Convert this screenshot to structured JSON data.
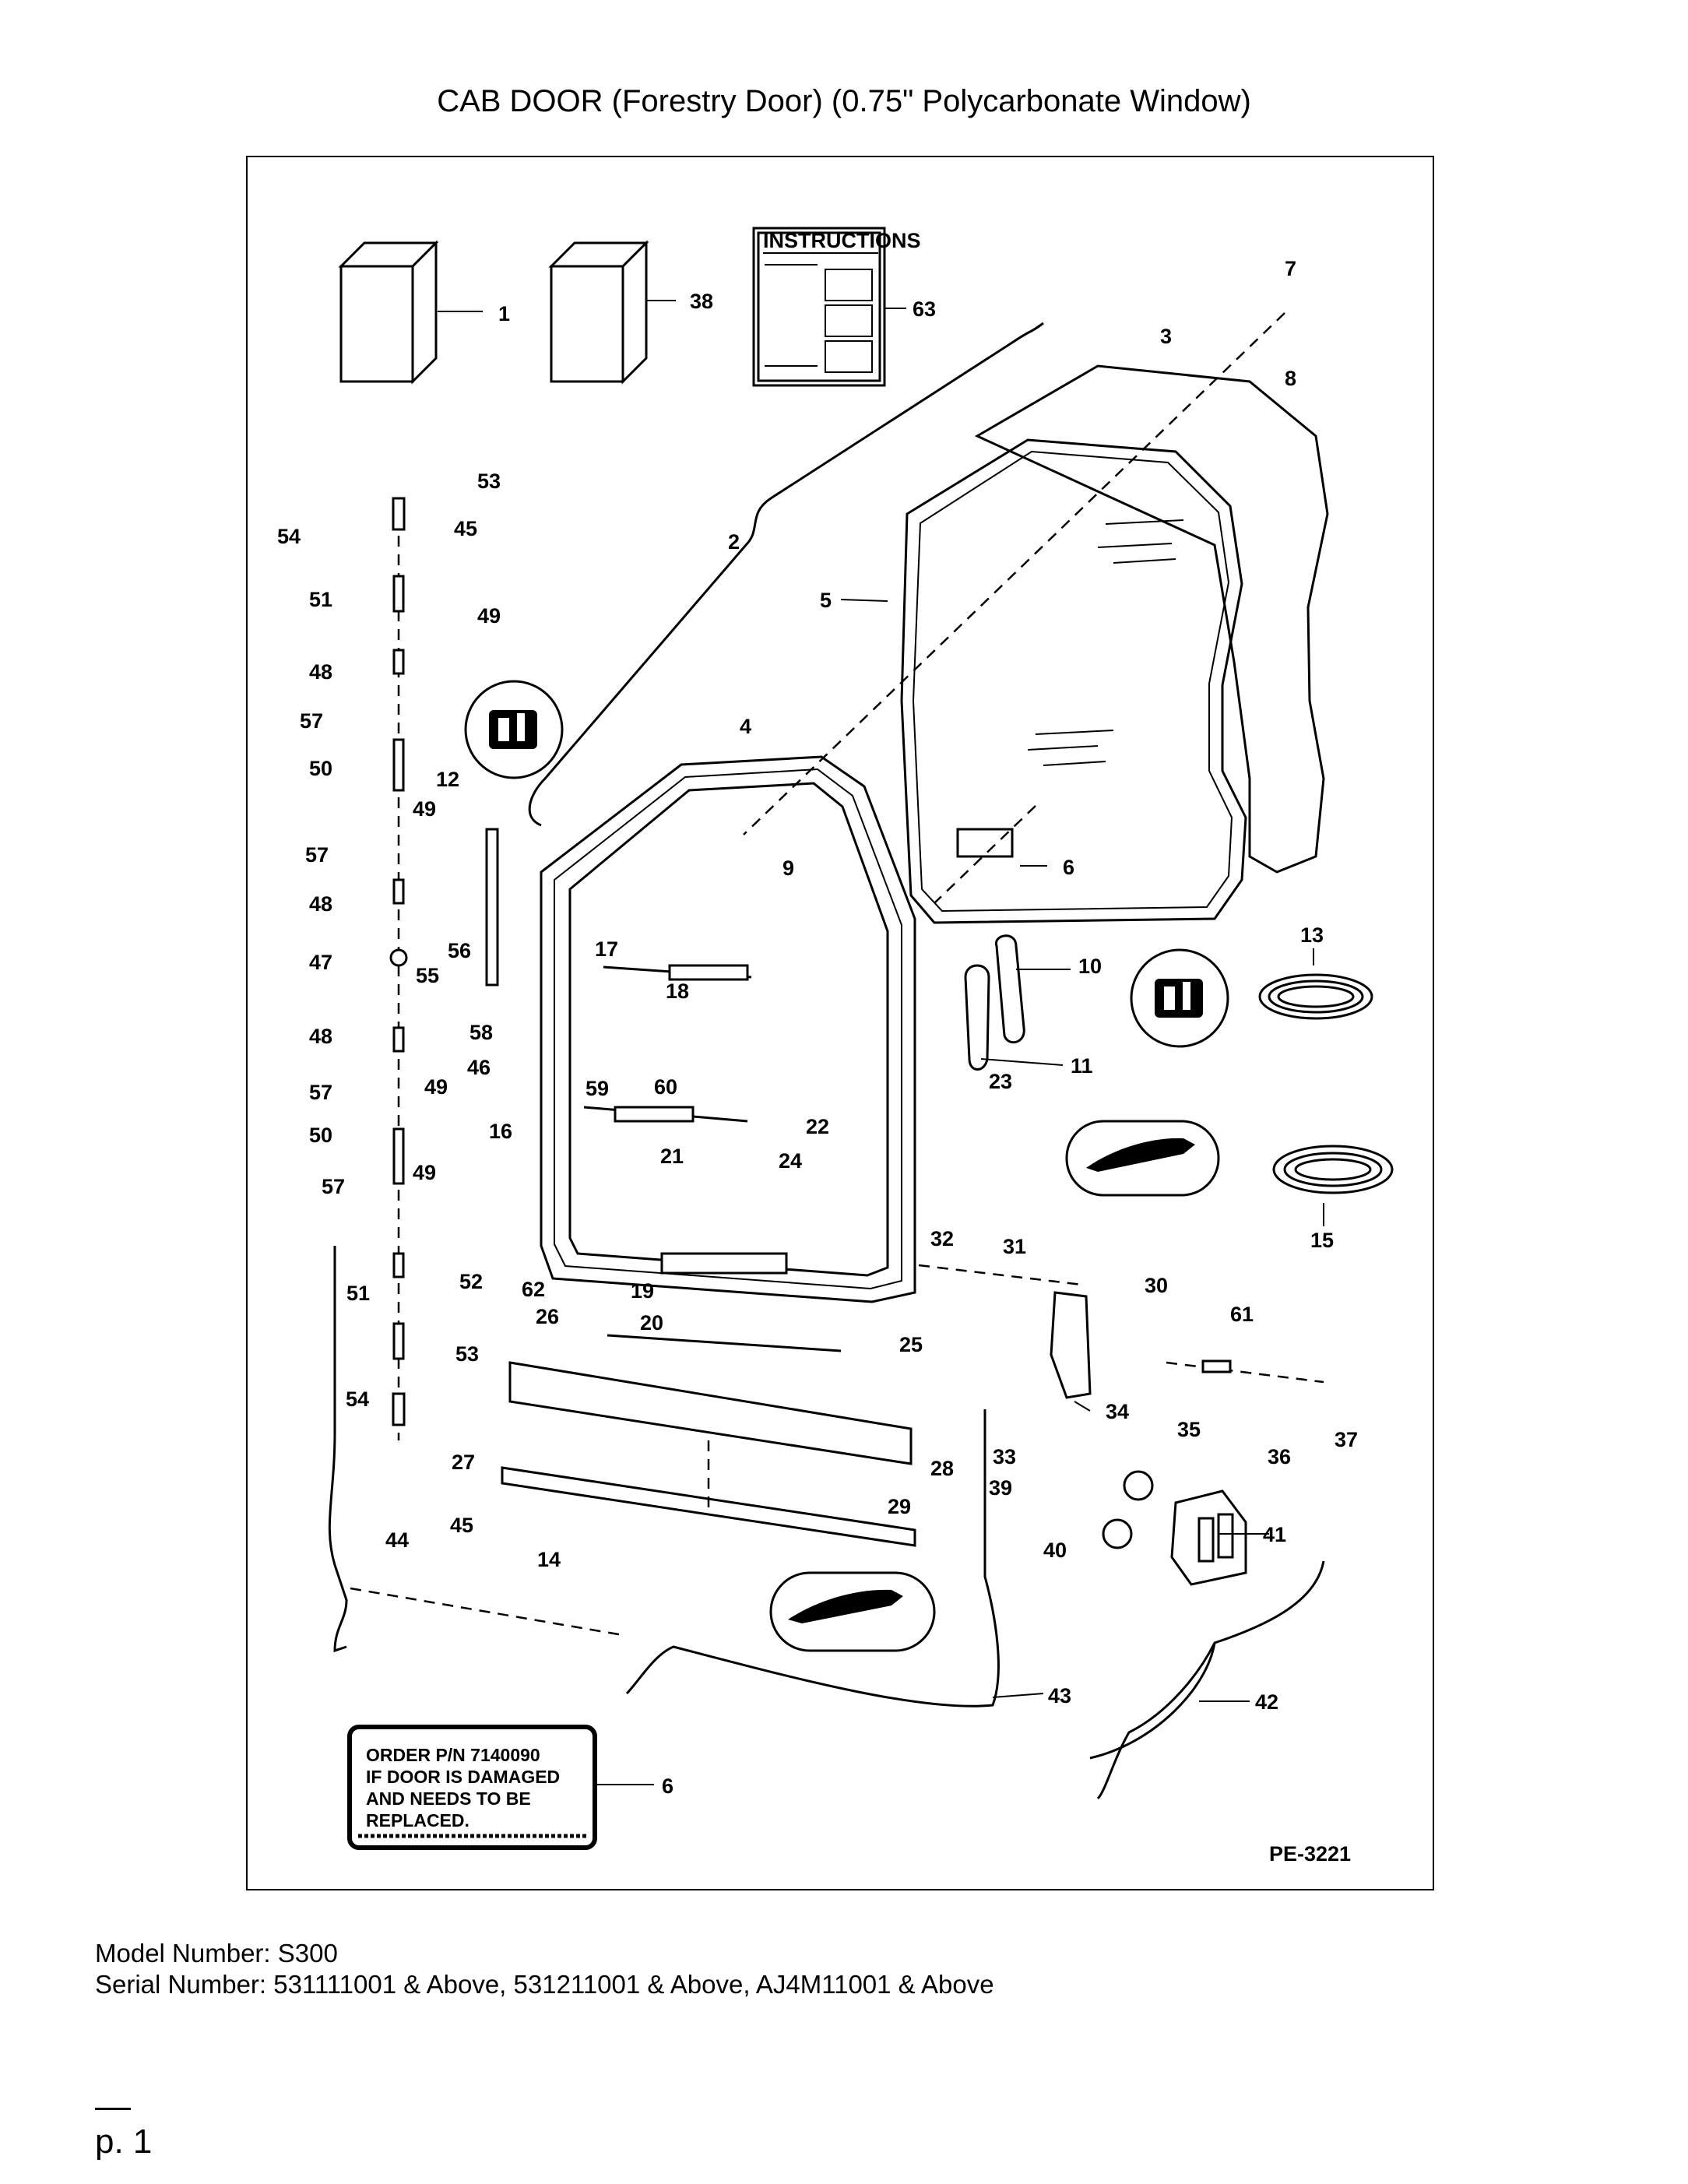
{
  "title": "CAB DOOR (Forestry Door) (0.75\" Polycarbonate Window)",
  "figure_code": "PE-3221",
  "instructions_label": "INSTRUCTIONS",
  "decal_lines": [
    "ORDER P/N 7140090",
    "IF DOOR IS DAMAGED",
    "AND NEEDS TO BE",
    "REPLACED."
  ],
  "footer": {
    "model": "Model Number: S300",
    "serial": "Serial Number: 531111001 & Above, 531211001 & Above, AJ4M11001 & Above"
  },
  "page": "p. 1",
  "callouts": [
    "1",
    "2",
    "3",
    "4",
    "5",
    "6",
    "6",
    "7",
    "8",
    "9",
    "10",
    "11",
    "12",
    "13",
    "14",
    "15",
    "16",
    "17",
    "18",
    "19",
    "20",
    "21",
    "22",
    "23",
    "24",
    "25",
    "26",
    "27",
    "28",
    "29",
    "30",
    "31",
    "32",
    "33",
    "34",
    "35",
    "36",
    "37",
    "38",
    "39",
    "40",
    "41",
    "42",
    "43",
    "44",
    "45",
    "45",
    "46",
    "47",
    "48",
    "48",
    "48",
    "49",
    "49",
    "49",
    "49",
    "50",
    "50",
    "51",
    "51",
    "52",
    "53",
    "53",
    "54",
    "54",
    "55",
    "56",
    "57",
    "57",
    "57",
    "57",
    "58",
    "59",
    "60",
    "61",
    "62",
    "63"
  ]
}
